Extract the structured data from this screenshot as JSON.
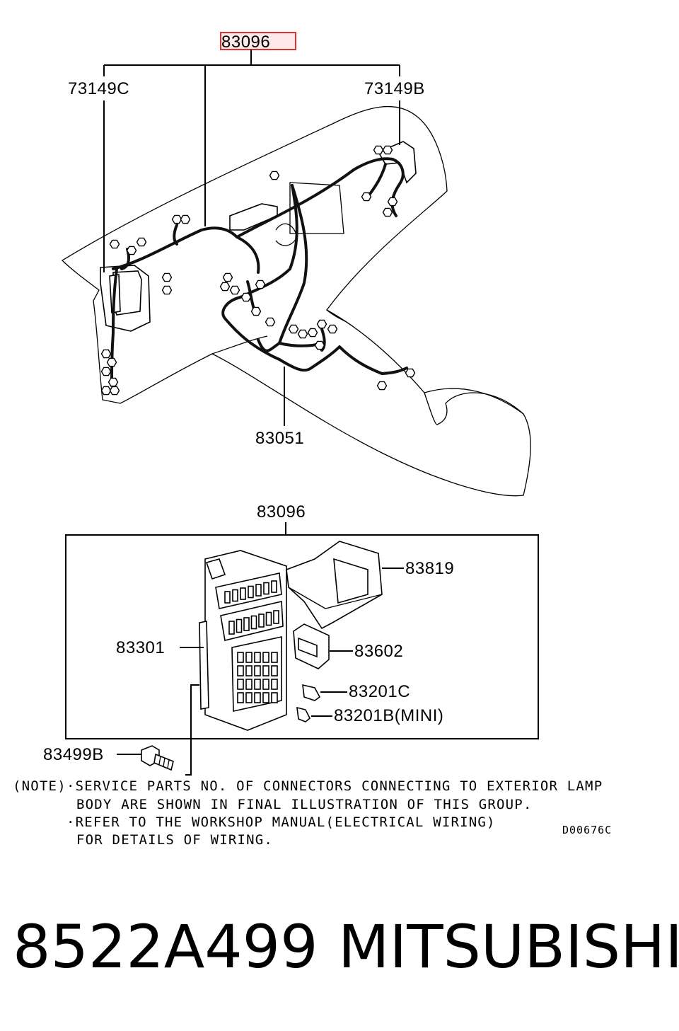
{
  "labels": {
    "top_harness": "83096",
    "left_connector": "73149C",
    "right_connector": "73149B",
    "lower_harness": "83051",
    "box_group": "83096",
    "cover": "83819",
    "junction_block": "83301",
    "relay": "83602",
    "fuse_c": "83201C",
    "fuse_b": "83201B(MINI)",
    "bolt": "83499B"
  },
  "note": {
    "prefix": "(NOTE)",
    "line1": "·SERVICE PARTS NO. OF CONNECTORS CONNECTING TO EXTERIOR LAMP",
    "line2": "BODY ARE SHOWN IN FINAL ILLUSTRATION OF THIS GROUP.",
    "line3": "·REFER TO THE WORKSHOP MANUAL(ELECTRICAL WIRING)",
    "line4": "FOR DETAILS OF WIRING."
  },
  "drawing_code": "D00676C",
  "footer": {
    "part_number": "8522A499",
    "brand": "MITSUBISHI"
  },
  "colors": {
    "highlight_stroke": "#e03030",
    "highlight_fill": "#fde9e9"
  }
}
